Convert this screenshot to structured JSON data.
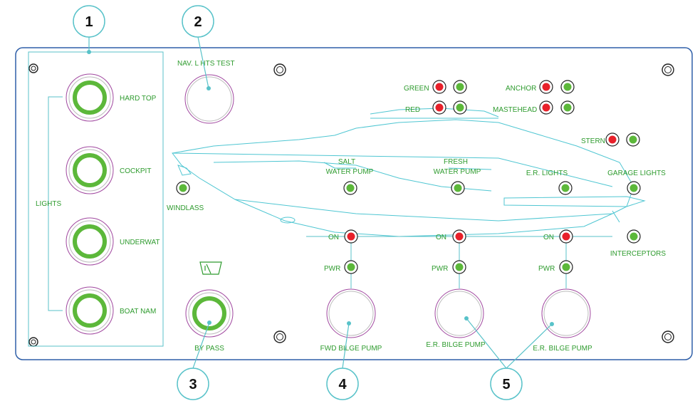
{
  "colors": {
    "panel_border": "#2f5fa8",
    "leader": "#58c2c9",
    "label_green": "#2e9b2e",
    "ring_green": "#5cb83a",
    "led_red": "#e8202a",
    "led_green": "#5cb83a",
    "led_ring": "#222222",
    "knob_purple": "#a0479f",
    "boat_outline": "#4fc6d2"
  },
  "callouts": [
    {
      "num": "1"
    },
    {
      "num": "2"
    },
    {
      "num": "3"
    },
    {
      "num": "4"
    },
    {
      "num": "5"
    }
  ],
  "lights_group": {
    "label": "LIGHTS",
    "switches": [
      {
        "label": "HARD TOP"
      },
      {
        "label": "COCKPIT"
      },
      {
        "label": "UNDERWAT"
      },
      {
        "label": "BOAT NAM"
      }
    ]
  },
  "nav_test": {
    "label": "NAV. L  HTS TEST"
  },
  "nav_lights": [
    {
      "label": "GREEN"
    },
    {
      "label": "RED"
    },
    {
      "label": "ANCHOR"
    },
    {
      "label": "MASTEHEAD"
    },
    {
      "label": "STERN"
    }
  ],
  "indicators": [
    {
      "label": "WINDLASS"
    },
    {
      "label_line1": "SALT",
      "label_line2": "WATER PUMP"
    },
    {
      "label_line1": "FRESH",
      "label_line2": "WATER PUMP"
    },
    {
      "label": "E.R. LIGHTS"
    },
    {
      "label": "GARAGE LIGHTS"
    },
    {
      "label": "INTERCEPTORS"
    }
  ],
  "bypass": {
    "label": "BY PASS"
  },
  "pumps": [
    {
      "on_label": "ON",
      "pwr_label": "PWR",
      "label": "FWD BILGE PUMP"
    },
    {
      "on_label": "ON",
      "pwr_label": "PWR",
      "label": "E.R. BILGE PUMP"
    },
    {
      "on_label": "ON",
      "pwr_label": "PWR",
      "label": "E.R. BILGE PUMP"
    }
  ]
}
